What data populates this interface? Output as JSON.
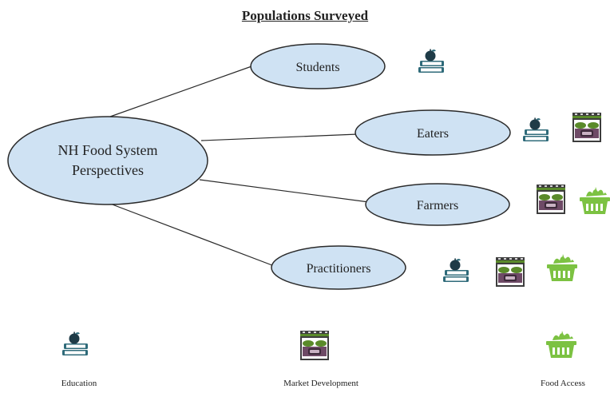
{
  "title": "Populations Surveyed",
  "center": {
    "label_line1": "NH Food System",
    "label_line2": "Perspectives"
  },
  "nodes": [
    {
      "label": "Students",
      "icons": [
        "education-icon"
      ]
    },
    {
      "label": "Eaters",
      "icons": [
        "education-icon",
        "market-development-icon"
      ]
    },
    {
      "label": "Farmers",
      "icons": [
        "market-development-icon",
        "food-access-icon"
      ]
    },
    {
      "label": "Practitioners",
      "icons": [
        "education-icon",
        "market-development-icon",
        "food-access-icon"
      ]
    }
  ],
  "legend": [
    {
      "label": "Education",
      "icon": "education-icon"
    },
    {
      "label": "Market Development",
      "icon": "market-development-icon"
    },
    {
      "label": "Food Access",
      "icon": "food-access-icon"
    }
  ],
  "colors": {
    "ellipse_fill": "#cfe2f3",
    "ellipse_stroke": "#2a2a2a",
    "book_color": "#2f6b7a",
    "apple_color": "#1f3b47",
    "awning_color": "#5a8a2a",
    "basket_color": "#7cc242"
  }
}
